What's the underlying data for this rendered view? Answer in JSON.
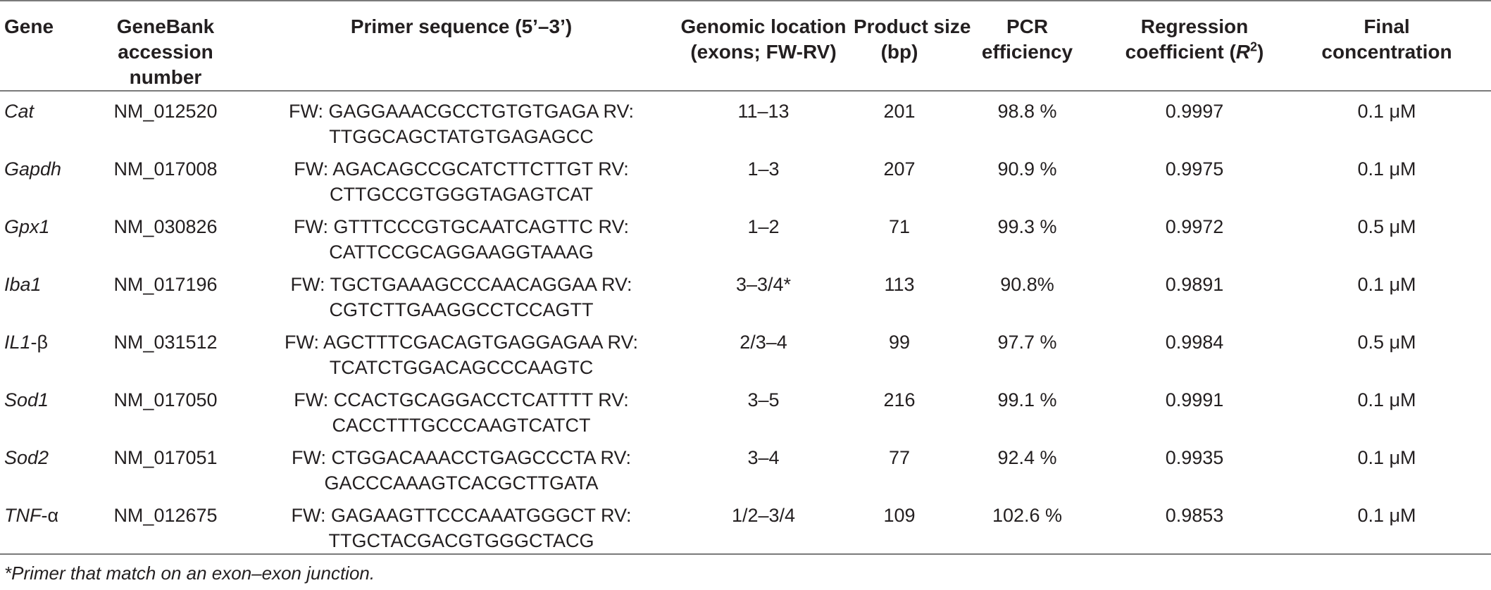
{
  "headers": {
    "gene": "Gene",
    "accession_line1": "GeneBank accession",
    "accession_line2": "number",
    "primer": "Primer sequence (5’–3’)",
    "location_line1": "Genomic location",
    "location_line2": "(exons; FW-RV)",
    "size_line1": "Product size",
    "size_line2": "(bp)",
    "efficiency_line1": "PCR",
    "efficiency_line2": "efficiency",
    "regression_line1": "Regression",
    "regression_line2_prefix": "coefficient (",
    "regression_line2_var": "R",
    "regression_line2_sup": "2",
    "regression_line2_suffix": ")",
    "conc_line1": "Final",
    "conc_line2": "concentration"
  },
  "rows": [
    {
      "gene": "Cat",
      "gene_suffix": "",
      "accession": "NM_012520",
      "primer_fw": "FW: GAGGAAACGCCTGTGTGAGA RV:",
      "primer_rv": "TTGGCAGCTATGTGAGAGCC",
      "location": "11–13",
      "size": "201",
      "efficiency": "98.8 %",
      "regression": "0.9997",
      "concentration": "0.1 μM"
    },
    {
      "gene": "Gapdh",
      "gene_suffix": "",
      "accession": "NM_017008",
      "primer_fw": "FW: AGACAGCCGCATCTTCTTGT RV:",
      "primer_rv": "CTTGCCGTGGGTAGAGTCAT",
      "location": "1–3",
      "size": "207",
      "efficiency": "90.9 %",
      "regression": "0.9975",
      "concentration": "0.1 μM"
    },
    {
      "gene": "Gpx1",
      "gene_suffix": "",
      "accession": "NM_030826",
      "primer_fw": "FW: GTTTCCCGTGCAATCAGTTC RV:",
      "primer_rv": "CATTCCGCAGGAAGGTAAAG",
      "location": "1–2",
      "size": "71",
      "efficiency": "99.3 %",
      "regression": "0.9972",
      "concentration": "0.5 μM"
    },
    {
      "gene": "Iba1",
      "gene_suffix": "",
      "accession": "NM_017196",
      "primer_fw": "FW: TGCTGAAAGCCCAACAGGAA RV:",
      "primer_rv": "CGTCTTGAAGGCCTCCAGTT",
      "location": "3–3/4*",
      "size": "113",
      "efficiency": "90.8%",
      "regression": "0.9891",
      "concentration": "0.1 μM"
    },
    {
      "gene": "IL1",
      "gene_suffix": "-β",
      "accession": "NM_031512",
      "primer_fw": "FW: AGCTTTCGACAGTGAGGAGAA RV:",
      "primer_rv": "TCATCTGGACAGCCCAAGTC",
      "location": "2/3–4",
      "size": "99",
      "efficiency": "97.7 %",
      "regression": "0.9984",
      "concentration": "0.5 μM"
    },
    {
      "gene": "Sod1",
      "gene_suffix": "",
      "accession": "NM_017050",
      "primer_fw": "FW: CCACTGCAGGACCTCATTTT RV:",
      "primer_rv": "CACCTTTGCCCAAGTCATCT",
      "location": "3–5",
      "size": "216",
      "efficiency": "99.1 %",
      "regression": "0.9991",
      "concentration": "0.1 μM"
    },
    {
      "gene": "Sod2",
      "gene_suffix": "",
      "accession": "NM_017051",
      "primer_fw": "FW: CTGGACAAACCTGAGCCCTA RV:",
      "primer_rv": "GACCCAAAGTCACGCTTGATA",
      "location": "3–4",
      "size": "77",
      "efficiency": "92.4 %",
      "regression": "0.9935",
      "concentration": "0.1 μM"
    },
    {
      "gene": "TNF",
      "gene_suffix": "-α",
      "accession": "NM_012675",
      "primer_fw": "FW: GAGAAGTTCCCAAATGGGCT RV:",
      "primer_rv": "TTGCTACGACGTGGGCTACG",
      "location": "1/2–3/4",
      "size": "109",
      "efficiency": "102.6 %",
      "regression": "0.9853",
      "concentration": "0.1 μM"
    }
  ],
  "footnote": "*Primer that match on an exon–exon junction."
}
